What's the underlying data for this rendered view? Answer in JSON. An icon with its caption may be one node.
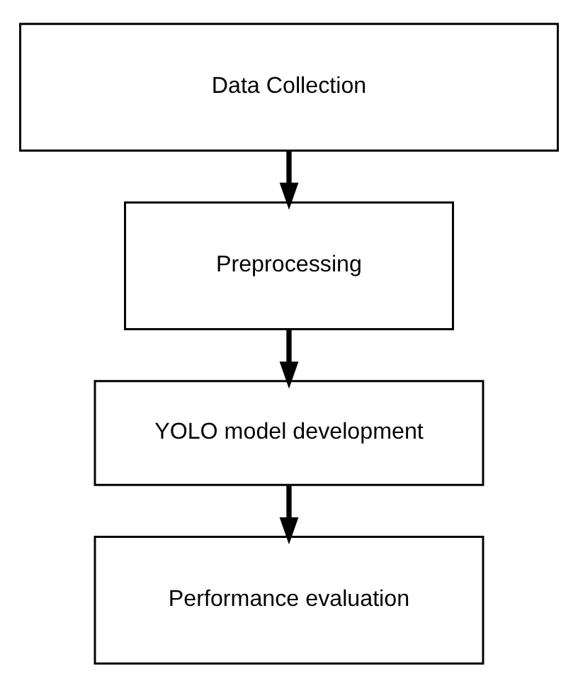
{
  "diagram": {
    "nodes": [
      {
        "text": [
          "Data Collection"
        ]
      },
      {
        "text": [
          "Preprocessing"
        ]
      },
      {
        "text": [
          "YOLO model development"
        ]
      },
      {
        "text": [
          "Performance evaluation"
        ]
      }
    ],
    "edges": [
      {
        "from": 0,
        "to": 1,
        "arrow": "to"
      },
      {
        "from": 1,
        "to": 2,
        "arrow": "to"
      },
      {
        "from": 2,
        "to": 3,
        "arrow": "to"
      }
    ]
  }
}
